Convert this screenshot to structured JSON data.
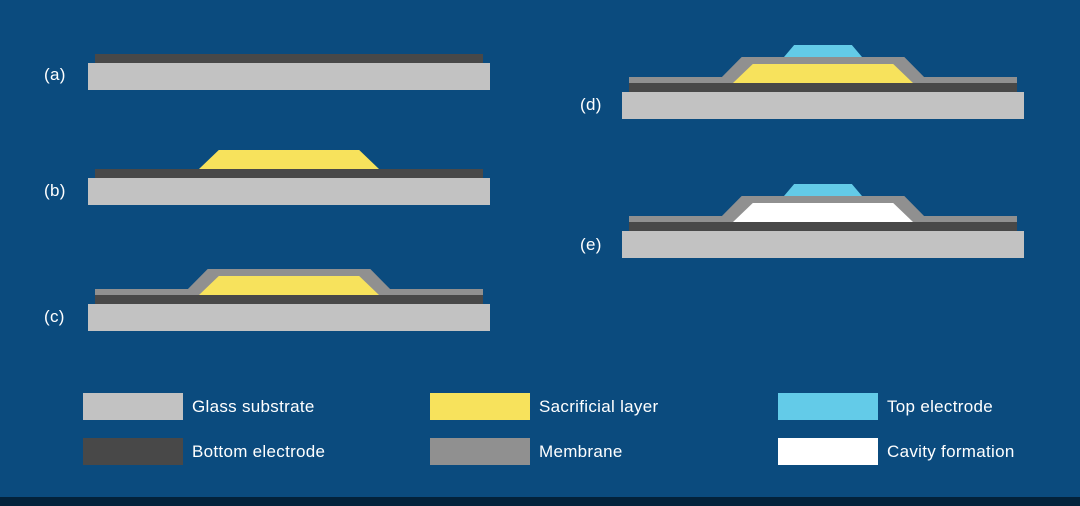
{
  "colors": {
    "background": "#0b4b7e",
    "footer": "#03223b",
    "text": "#ffffff",
    "glass_substrate": "#c2c2c2",
    "bottom_electrode": "#484848",
    "sacrificial_layer": "#f7e25c",
    "membrane": "#909090",
    "top_electrode": "#63cbe8",
    "cavity": "#ffffff"
  },
  "steps": [
    {
      "label": "(a)",
      "layers": [
        "glass_substrate",
        "bottom_electrode"
      ]
    },
    {
      "label": "(b)",
      "layers": [
        "glass_substrate",
        "bottom_electrode",
        "sacrificial_layer"
      ]
    },
    {
      "label": "(c)",
      "layers": [
        "glass_substrate",
        "bottom_electrode",
        "sacrificial_layer",
        "membrane"
      ]
    },
    {
      "label": "(d)",
      "layers": [
        "glass_substrate",
        "bottom_electrode",
        "sacrificial_layer",
        "membrane",
        "top_electrode"
      ]
    },
    {
      "label": "(e)",
      "layers": [
        "glass_substrate",
        "bottom_electrode",
        "membrane",
        "top_electrode",
        "cavity"
      ]
    }
  ],
  "legend": {
    "items": [
      {
        "label": "Glass substrate"
      },
      {
        "label": "Bottom electrode"
      },
      {
        "label": "Sacrificial layer"
      },
      {
        "label": "Membrane"
      },
      {
        "label": "Top electrode"
      },
      {
        "label": "Cavity formation"
      }
    ]
  }
}
